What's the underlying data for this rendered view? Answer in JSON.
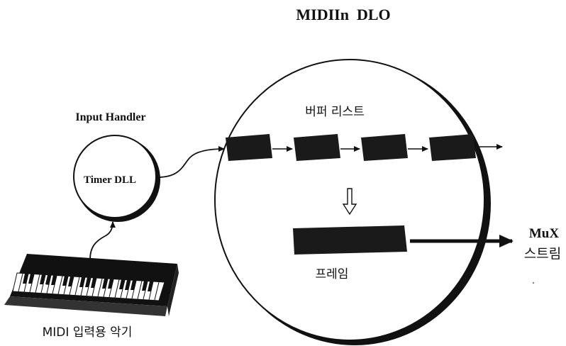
{
  "title": "MIDIIn  DLO",
  "input_handler": {
    "label": "Input Handler",
    "inner_label": "Timer DLL"
  },
  "buffer_list": {
    "label": "버퍼 리스트",
    "block_count": 4
  },
  "frame": {
    "label": "프레임"
  },
  "output": {
    "line1": "MuX",
    "line2": "스트림"
  },
  "keyboard": {
    "label": "MIDI 입력용 악기"
  },
  "colors": {
    "ink": "#111111",
    "block": "#1a1a1a",
    "background": "#ffffff"
  }
}
